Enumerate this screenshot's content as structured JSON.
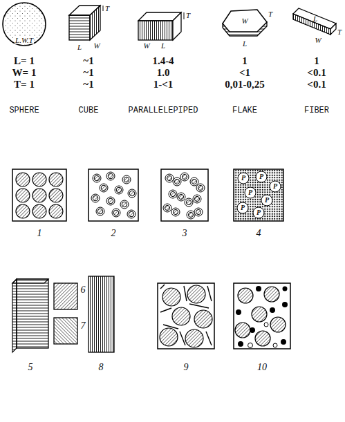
{
  "diagram": {
    "labels": [
      "L.W.T",
      "T",
      "L",
      "W",
      "T",
      "W",
      "L",
      "W",
      "T",
      "L",
      "L",
      "T",
      "W",
      "L= 1",
      "~1",
      "1.4-4",
      "1",
      "1",
      "W= 1",
      "~1",
      "1.0",
      "<1",
      "<0.1",
      "T= 1",
      "~1",
      "1-<1",
      "0,01-0,25",
      "<0.1",
      "SPHERE",
      "CUBE",
      "PARALLELEPIPED",
      "FLAKE",
      "FIBER",
      "1",
      "2",
      "3",
      "4",
      "5",
      "6",
      "7",
      "8",
      "9",
      "10",
      "P",
      "P",
      "P",
      "P",
      "P",
      "P",
      "P"
    ]
  }
}
